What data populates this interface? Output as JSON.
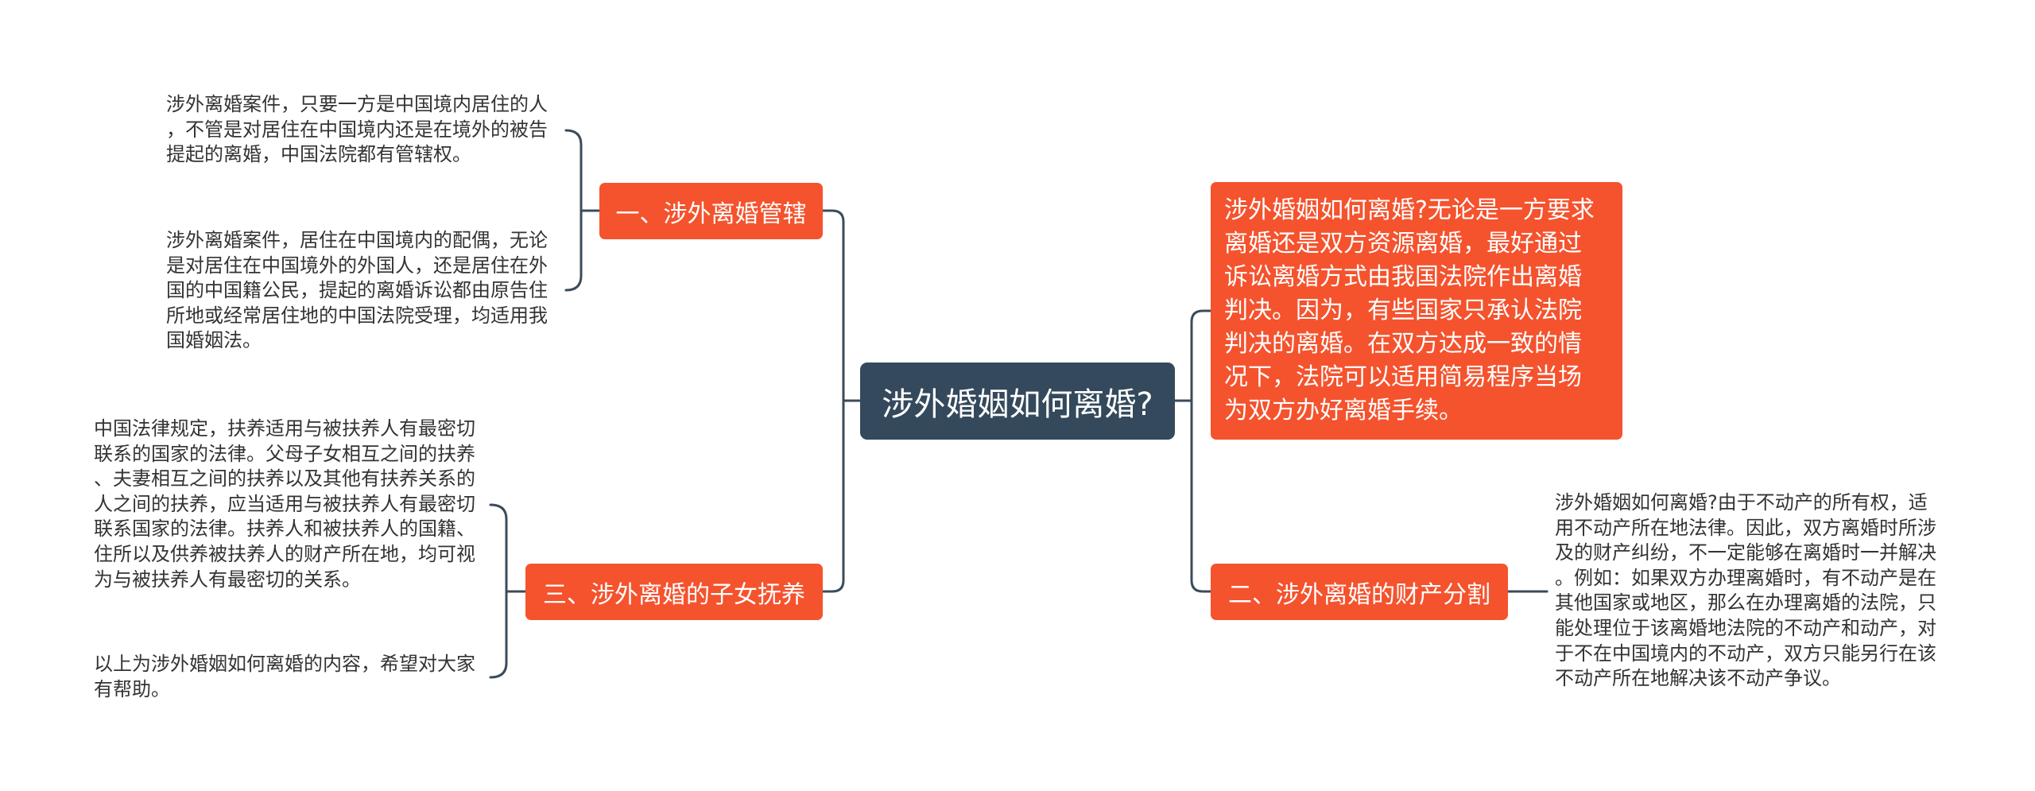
{
  "colors": {
    "node": "#f4532e",
    "central": "#34495c",
    "line": "#3b4b5a",
    "leaf_text": "#333333"
  },
  "central": {
    "title": "涉外婚姻如何离婚?"
  },
  "left_top": {
    "label": "一、涉外离婚管辖",
    "leaves": [
      {
        "lines": [
          "涉外离婚案件，只要一方是中国境内居住的人",
          "，不管是对居住在中国境内还是在境外的被告",
          "提起的离婚，中国法院都有管辖权。"
        ]
      },
      {
        "lines": [
          "涉外离婚案件，居住在中国境内的配偶，无论",
          "是对居住在中国境外的外国人，还是居住在外",
          "国的中国籍公民，提起的离婚诉讼都由原告住",
          "所地或经常居住地的中国法院受理，均适用我",
          "国婚姻法。"
        ]
      }
    ]
  },
  "left_bottom": {
    "label": "三、涉外离婚的子女抚养",
    "leaves": [
      {
        "lines": [
          "中国法律规定，扶养适用与被扶养人有最密切",
          "联系的国家的法律。父母子女相互之间的扶养",
          "、夫妻相互之间的扶养以及其他有扶养关系的",
          "人之间的扶养，应当适用与被扶养人有最密切",
          "联系国家的法律。扶养人和被扶养人的国籍、",
          "住所以及供养被扶养人的财产所在地，均可视",
          "为与被扶养人有最密切的关系。"
        ]
      },
      {
        "lines": [
          "以上为涉外婚姻如何离婚的内容，希望对大家",
          "有帮助。"
        ]
      }
    ]
  },
  "right_top": {
    "lines": [
      "涉外婚姻如何离婚?无论是一方要求",
      "离婚还是双方资源离婚，最好通过",
      "诉讼离婚方式由我国法院作出离婚",
      "判决。因为，有些国家只承认法院",
      "判决的离婚。在双方达成一致的情",
      "况下，法院可以适用简易程序当场",
      "为双方办好离婚手续。"
    ]
  },
  "right_bottom": {
    "label": "二、涉外离婚的财产分割",
    "leaves": [
      {
        "lines": [
          "涉外婚姻如何离婚?由于不动产的所有权，适",
          "用不动产所在地法律。因此，双方离婚时所涉",
          "及的财产纠纷，不一定能够在离婚时一并解决",
          "。例如：如果双方办理离婚时，有不动产是在",
          "其他国家或地区，那么在办理离婚的法院，只",
          "能处理位于该离婚地法院的不动产和动产，对",
          "于不在中国境内的不动产，双方只能另行在该",
          "不动产所在地解决该不动产争议。"
        ]
      }
    ]
  }
}
